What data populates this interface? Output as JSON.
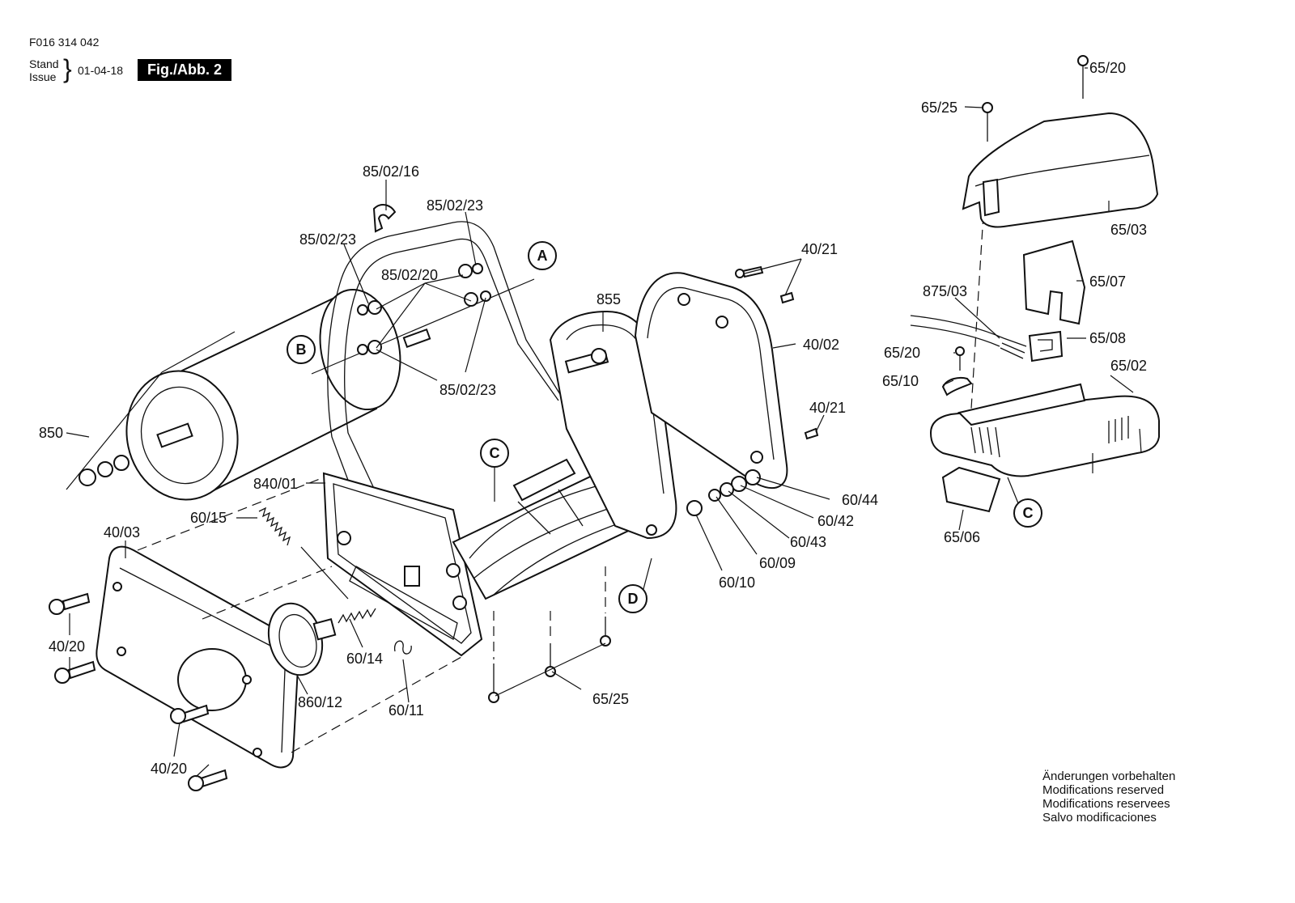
{
  "header": {
    "doc_number": "F016 314 042",
    "stand_label": "Stand",
    "issue_label": "Issue",
    "brace": "}",
    "date": "01-04-18",
    "figure": "Fig./Abb. 2"
  },
  "notice": [
    "Änderungen vorbehalten",
    "Modifications reserved",
    "Modifications reservees",
    "Salvo modificaciones"
  ],
  "part_labels": {
    "p85_02_16": "85/02/16",
    "p85_02_23_a": "85/02/23",
    "p85_02_23_b": "85/02/23",
    "p85_02_20": "85/02/20",
    "p85_02_23_c": "85/02/23",
    "p850": "850",
    "p840_01": "840/01",
    "p60_15": "60/15",
    "p40_03": "40/03",
    "p40_20_a": "40/20",
    "p40_20_b": "40/20",
    "p860_12": "860/12",
    "p60_14": "60/14",
    "p60_11": "60/11",
    "p65_25_a": "65/25",
    "p855": "855",
    "p40_21_a": "40/21",
    "p40_02": "40/02",
    "p40_21_b": "40/21",
    "p60_44": "60/44",
    "p60_42": "60/42",
    "p60_43": "60/43",
    "p60_09": "60/09",
    "p60_10": "60/10",
    "p65_20_a": "65/20",
    "p65_25_b": "65/25",
    "p65_03": "65/03",
    "p65_07": "65/07",
    "p875_03": "875/03",
    "p65_08": "65/08",
    "p65_20_b": "65/20",
    "p65_10": "65/10",
    "p65_02": "65/02",
    "p65_06": "65/06"
  },
  "callouts": {
    "A": "A",
    "B": "B",
    "C1": "C",
    "C2": "C",
    "D": "D"
  }
}
